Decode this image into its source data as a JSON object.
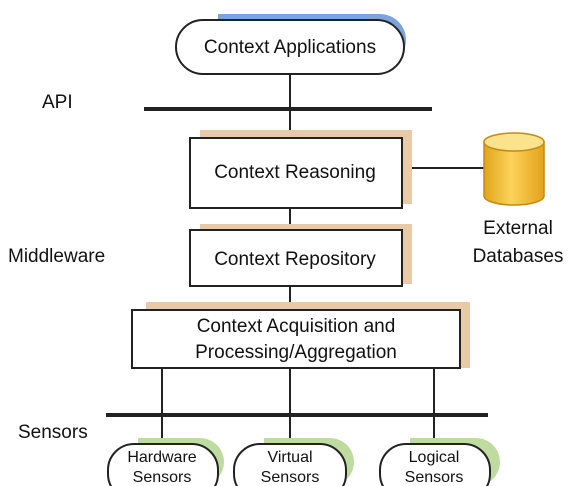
{
  "layers": {
    "api": "API",
    "middleware": "Middleware",
    "sensors": "Sensors"
  },
  "nodes": {
    "applications": "Context Applications",
    "reasoning": "Context Reasoning",
    "repository": "Context Repository",
    "acquisition_line1": "Context Acquisition and",
    "acquisition_line2": "Processing/Aggregation"
  },
  "database": {
    "line1": "External",
    "line2": "Databases"
  },
  "sensors": [
    {
      "line1": "Hardware",
      "line2": "Sensors"
    },
    {
      "line1": "Virtual",
      "line2": "Sensors"
    },
    {
      "line1": "Logical",
      "line2": "Sensors"
    }
  ],
  "colors": {
    "applications_shadow": "#7ba3dc",
    "box_shadow": "#e8c9a8",
    "sensor_shadow": "#bfdca0",
    "database_fill": "#f8c634",
    "database_top": "#fbe38e",
    "database_stroke": "#c48a12",
    "line": "#222222"
  }
}
